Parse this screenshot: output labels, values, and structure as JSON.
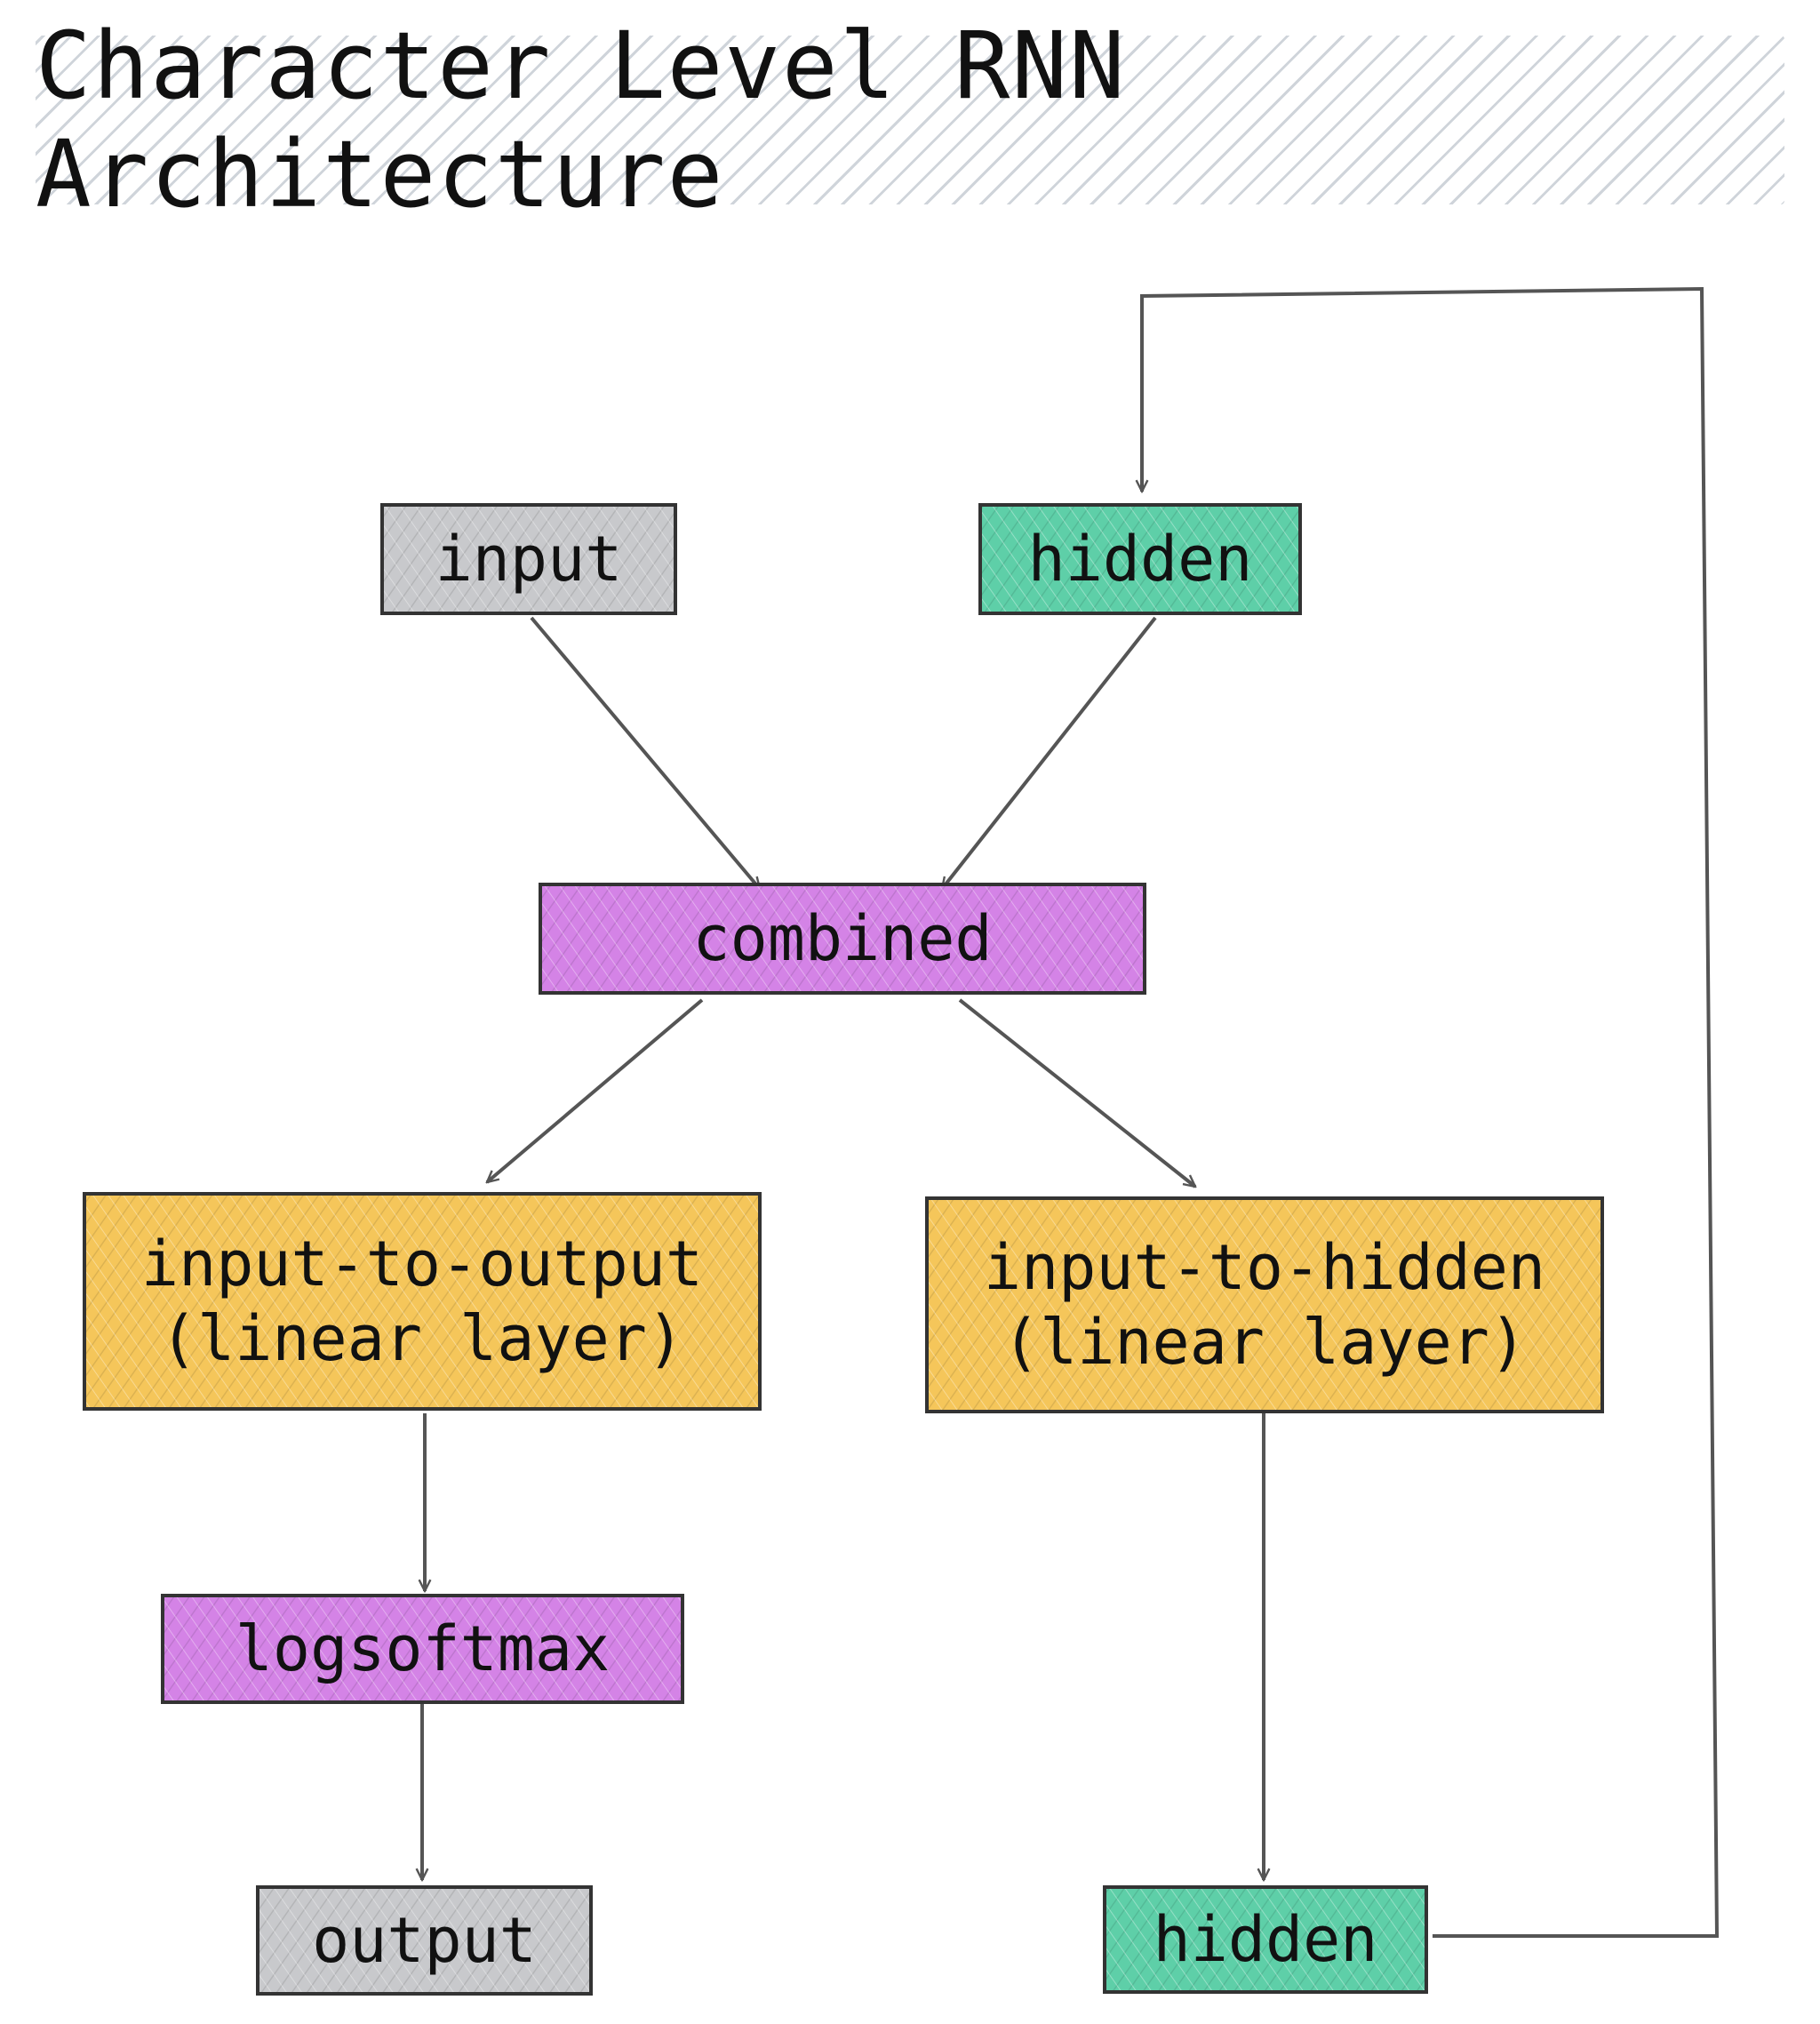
{
  "title": "Character Level RNN Architecture",
  "nodes": {
    "input": {
      "lines": [
        "input"
      ],
      "fill": "#c8c9cc"
    },
    "hidden_top": {
      "lines": [
        "hidden"
      ],
      "fill": "#5ecfa8"
    },
    "combined": {
      "lines": [
        "combined"
      ],
      "fill": "#d483e6"
    },
    "i2o": {
      "lines": [
        "input-to-output",
        "(linear layer)"
      ],
      "fill": "#f5c65a"
    },
    "i2h": {
      "lines": [
        "input-to-hidden",
        "(linear layer)"
      ],
      "fill": "#f5c65a"
    },
    "logsoftmax": {
      "lines": [
        "logsoftmax"
      ],
      "fill": "#d483e6"
    },
    "output": {
      "lines": [
        "output"
      ],
      "fill": "#c8c9cc"
    },
    "hidden_bottom": {
      "lines": [
        "hidden"
      ],
      "fill": "#5ecfa8"
    }
  },
  "edges": [
    {
      "from": "input",
      "to": "combined"
    },
    {
      "from": "hidden_top",
      "to": "combined"
    },
    {
      "from": "combined",
      "to": "i2o"
    },
    {
      "from": "combined",
      "to": "i2h"
    },
    {
      "from": "i2o",
      "to": "logsoftmax"
    },
    {
      "from": "logsoftmax",
      "to": "output"
    },
    {
      "from": "i2h",
      "to": "hidden_bottom"
    },
    {
      "from": "hidden_bottom",
      "to": "hidden_top",
      "kind": "feedback-loop"
    }
  ],
  "colors": {
    "stroke": "#333333",
    "edge": "#555555"
  }
}
